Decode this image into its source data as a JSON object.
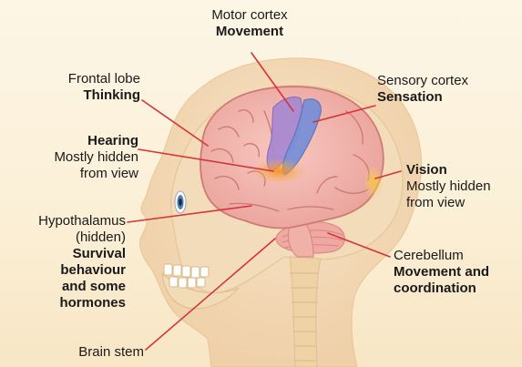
{
  "labels": {
    "motor": {
      "name": "Motor cortex",
      "function": "Movement"
    },
    "sensory": {
      "name": "Sensory cortex",
      "function": "Sensation"
    },
    "frontal": {
      "name": "Frontal lobe",
      "function": "Thinking"
    },
    "hearing": {
      "function": "Hearing",
      "note_1": "Mostly hidden",
      "note_2": "from view"
    },
    "vision": {
      "function": "Vision",
      "note_1": "Mostly hidden",
      "note_2": "from view"
    },
    "hypothalamus": {
      "name": "Hypothalamus",
      "note": "(hidden)",
      "function_1": "Survival",
      "function_2": "behaviour",
      "function_3": "and some",
      "function_4": "hormones"
    },
    "cerebellum": {
      "name": "Cerebellum",
      "function_1": "Movement and",
      "function_2": "coordination"
    },
    "brainstem": {
      "name": "Brain stem"
    }
  },
  "colors": {
    "background": "#fcf2dc",
    "skin": "#f3d9b8",
    "brain": "#f2b7b0",
    "motor_cortex": "#a98ad0",
    "sensory_cortex": "#7a8fd6",
    "hearing_area": "#f4a23a",
    "vision_area": "#f6c23a",
    "leader_lines": "#d6333a"
  }
}
